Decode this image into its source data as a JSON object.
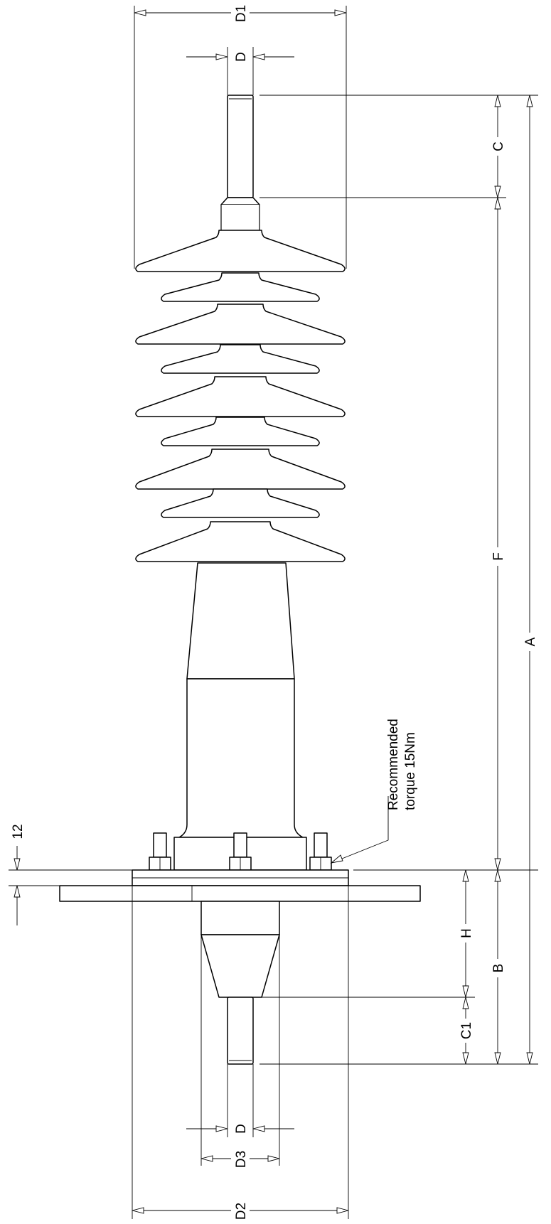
{
  "dimensions": {
    "D1": "D1",
    "D_top": "D",
    "C": "C",
    "F": "F",
    "A": "A",
    "twelve": "12",
    "H": "H",
    "B": "B",
    "C1": "C1",
    "D_bottom": "D",
    "D3": "D3",
    "D2": "D2"
  },
  "note": {
    "line1": "Recommended",
    "line2": "torque 15Nm"
  }
}
